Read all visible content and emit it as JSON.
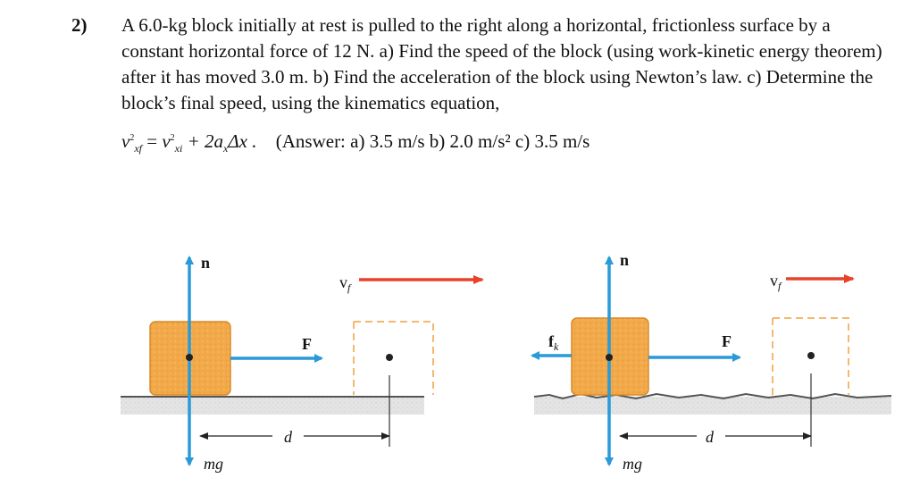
{
  "problem": {
    "number": "2)",
    "text": "A 6.0-kg block initially at rest is pulled to the right along a horizontal, frictionless surface by a constant horizontal force of 12 N. a) Find the speed of the block (using work-kinetic energy theorem) after it has moved 3.0 m.  b) Find the acceleration of the block using Newton’s law. c) Determine the block’s final speed, using the kinematics equation,",
    "equation": {
      "lhs": "v",
      "lhs_sub": "xf",
      "lhs_sup": "2",
      "rhs_v": "v",
      "rhs_sub": "xi",
      "rhs_sup": "2",
      "rhs_term": "+ 2a",
      "rhs_term_sub": "x",
      "rhs_tail": "Δx ."
    },
    "answer": "(Answer: a) 3.5 m/s  b) 2.0 m/s²   c) 3.5 m/s"
  },
  "diagram_left": {
    "normal_label": "n",
    "weight_label": "mg",
    "force_label": "F",
    "velocity_label": "v",
    "velocity_sub": "f",
    "distance_label": "d"
  },
  "diagram_right": {
    "normal_label": "n",
    "weight_label": "mg",
    "force_label": "F",
    "friction_label": "f",
    "friction_sub": "k",
    "velocity_label": "v",
    "velocity_sub": "f",
    "distance_label": "d"
  },
  "colors": {
    "arrow_blue": "#2a9ad8",
    "velocity_red": "#e8432a",
    "block_orange": "#f2a94a",
    "block_edge": "#d98a28",
    "ground_gray": "#9b9b9b",
    "dashed_orange": "#f0a040"
  }
}
